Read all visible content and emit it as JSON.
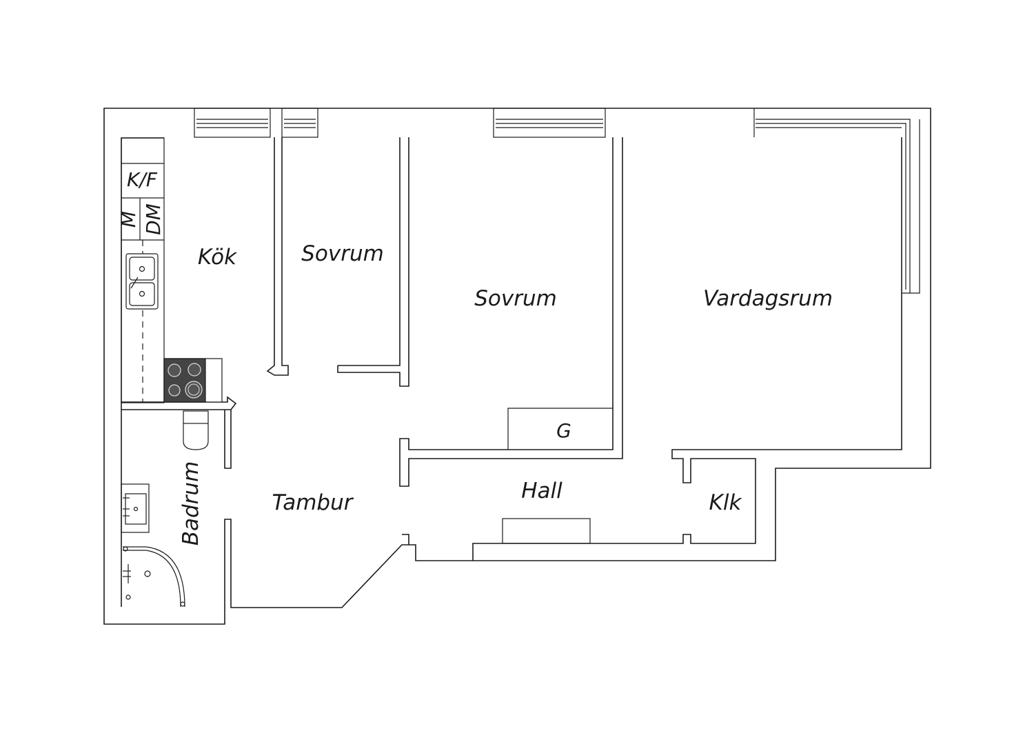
{
  "rooms": {
    "kok": "Kök",
    "sovrum_small": "Sovrum",
    "sovrum_large": "Sovrum",
    "vardagsrum": "Vardagsrum",
    "badrum": "Badrum",
    "tambur": "Tambur",
    "hall": "Hall",
    "klk": "Klk"
  },
  "fixtures": {
    "fridge_freezer": "K/F",
    "microwave": "M",
    "dishwasher": "DM",
    "wardrobe": "G"
  }
}
